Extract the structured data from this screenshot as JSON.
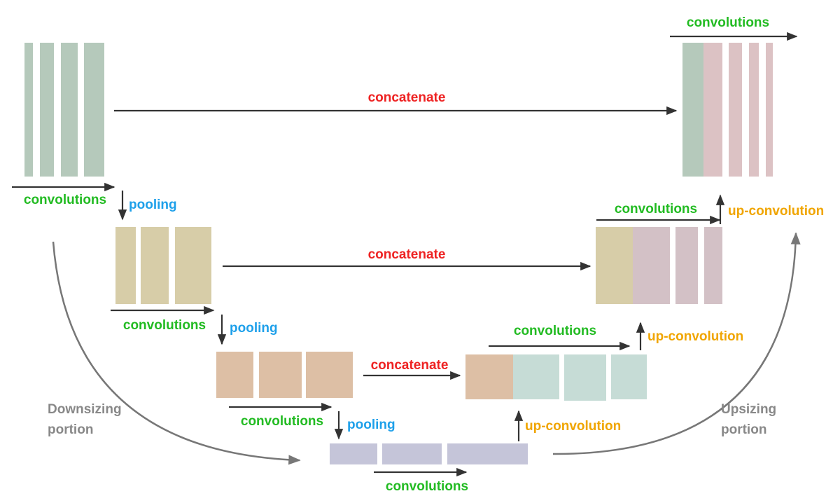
{
  "labels": {
    "convolutions": "convolutions",
    "pooling": "pooling",
    "concatenate": "concatenate",
    "up_convolution": "up-convolution",
    "downsizing_line1": "Downsizing",
    "downsizing_line2": "portion",
    "upsizing_line1": "Upsizing",
    "upsizing_line2": "portion"
  },
  "colors": {
    "convolutions_text": "#22bb22",
    "pooling_text": "#1ea0ea",
    "concatenate_text": "#ee2222",
    "up_convolution_text": "#f0a500",
    "portion_text": "#888888",
    "arrow": "#333333",
    "curve": "#777777",
    "level1_maps": "#b5c9bb",
    "level1_upsampled": "#dcc2c4",
    "level2_maps": "#d7cda8",
    "level2_upsampled": "#d3c1c6",
    "level3_maps": "#ddbfa5",
    "level3_upsampled": "#c6dcd6",
    "bottleneck_maps": "#c5c5d9"
  }
}
